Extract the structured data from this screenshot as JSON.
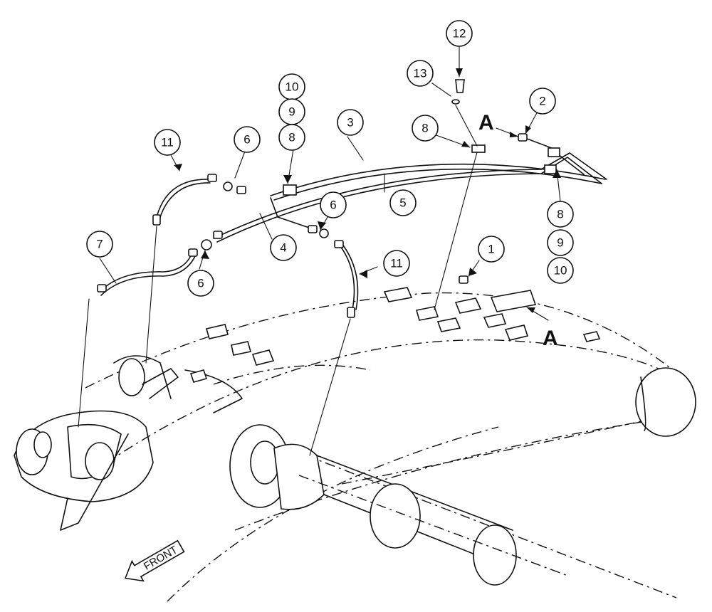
{
  "callouts": [
    {
      "id": "c12",
      "label": "12"
    },
    {
      "id": "c13",
      "label": "13"
    },
    {
      "id": "c2",
      "label": "2"
    },
    {
      "id": "c10a",
      "label": "10"
    },
    {
      "id": "c9a",
      "label": "9"
    },
    {
      "id": "c8a",
      "label": "8"
    },
    {
      "id": "c3",
      "label": "3"
    },
    {
      "id": "c8b",
      "label": "8"
    },
    {
      "id": "c11a",
      "label": "11"
    },
    {
      "id": "c6a",
      "label": "6"
    },
    {
      "id": "c5",
      "label": "5"
    },
    {
      "id": "c6b",
      "label": "6"
    },
    {
      "id": "c7",
      "label": "7"
    },
    {
      "id": "c4",
      "label": "4"
    },
    {
      "id": "c6c",
      "label": "6"
    },
    {
      "id": "c11b",
      "label": "11"
    },
    {
      "id": "c1",
      "label": "1"
    },
    {
      "id": "c8c",
      "label": "8"
    },
    {
      "id": "c9b",
      "label": "9"
    },
    {
      "id": "c10b",
      "label": "10"
    }
  ],
  "section_marks": [
    "A",
    "A"
  ],
  "direction_label": "FRONT"
}
